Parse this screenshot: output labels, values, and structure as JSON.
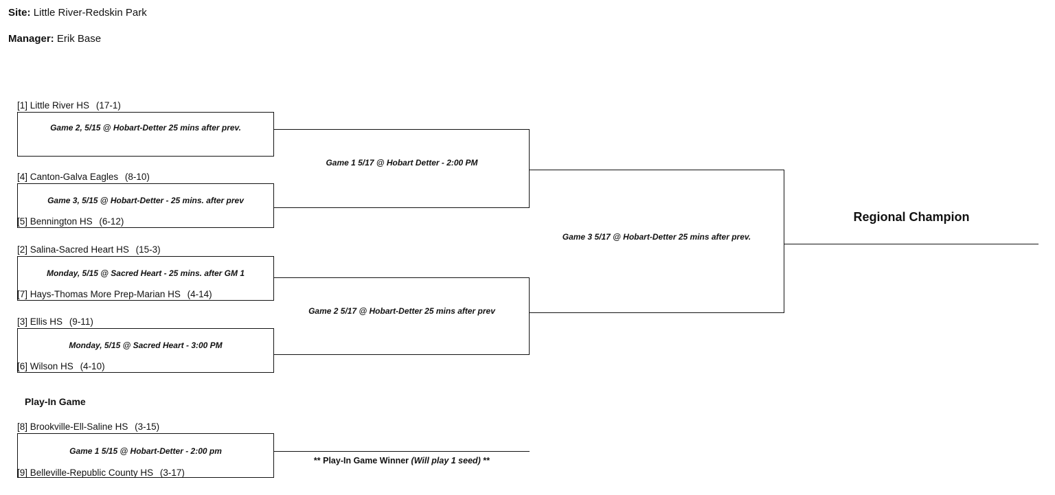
{
  "header": {
    "site_label": "Site:",
    "site_value": "Little River-Redskin Park",
    "manager_label": "Manager:",
    "manager_value": "Erik Base"
  },
  "sections": {
    "play_in_title": "Play-In Game",
    "champion_title": "Regional Champion",
    "play_in_winner_prefix": "** Play-In Game Winner",
    "play_in_winner_note": "(Will play 1 seed)",
    "play_in_winner_suffix": "**"
  },
  "teams": {
    "t1": {
      "seed": "[1]",
      "name": "Little River HS",
      "record": "(17-1)"
    },
    "t4": {
      "seed": "[4]",
      "name": "Canton-Galva Eagles",
      "record": "(8-10)"
    },
    "t5": {
      "seed": "[5]",
      "name": "Bennington HS",
      "record": "(6-12)"
    },
    "t2": {
      "seed": "[2]",
      "name": "Salina-Sacred Heart HS",
      "record": "(15-3)"
    },
    "t7": {
      "seed": "[7]",
      "name": "Hays-Thomas More Prep-Marian HS",
      "record": "(4-14)"
    },
    "t3": {
      "seed": "[3]",
      "name": "Ellis HS",
      "record": "(9-11)"
    },
    "t6": {
      "seed": "[6]",
      "name": "Wilson HS",
      "record": "(4-10)"
    },
    "t8": {
      "seed": "[8]",
      "name": "Brookville-Ell-Saline HS",
      "record": "(3-15)"
    },
    "t9": {
      "seed": "[9]",
      "name": "Belleville-Republic County HS",
      "record": "(3-17)"
    }
  },
  "round1": {
    "game_a": "Game 2, 5/15 @ Hobart-Detter 25 mins after prev.",
    "game_b": "Game 3, 5/15 @ Hobart-Detter - 25 mins. after prev",
    "game_c": "Monday, 5/15 @ Sacred Heart - 25 mins. after GM 1",
    "game_d": "Monday, 5/15 @ Sacred Heart - 3:00 PM"
  },
  "round2": {
    "game_top": "Game 1 5/17 @ Hobart Detter - 2:00 PM",
    "game_bottom": "Game 2 5/17 @ Hobart-Detter 25 mins after prev"
  },
  "final": {
    "game": "Game 3 5/17 @ Hobart-Detter 25 mins after prev."
  },
  "playin": {
    "game": "Game 1 5/15 @ Hobart-Detter - 2:00 pm"
  }
}
